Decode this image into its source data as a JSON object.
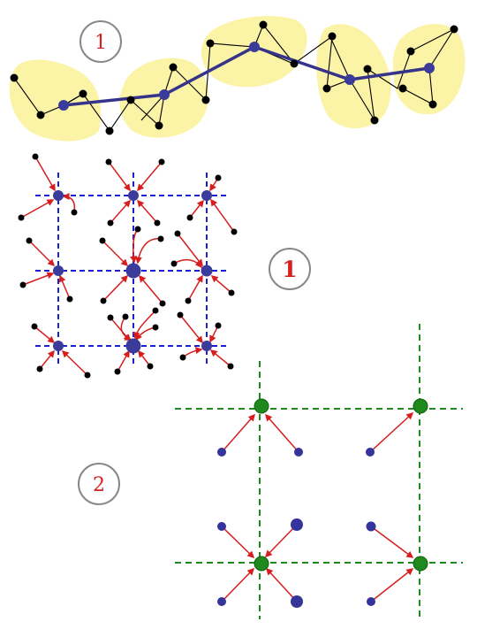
{
  "labels": {
    "top": "1",
    "middle": "1",
    "bottom": "2"
  },
  "colors": {
    "blob": "#fbf3a6",
    "coarse_line": "#35348a",
    "coarse_node": "#3b3b9c",
    "fine_node": "#000000",
    "red_arrow": "#d71e1e",
    "blue_dash": "#1a1fd0",
    "green_dash": "#1f8a1f",
    "green_node": "#1e8a1e",
    "label_red": "#d42020",
    "circle_outline": "#888888"
  }
}
